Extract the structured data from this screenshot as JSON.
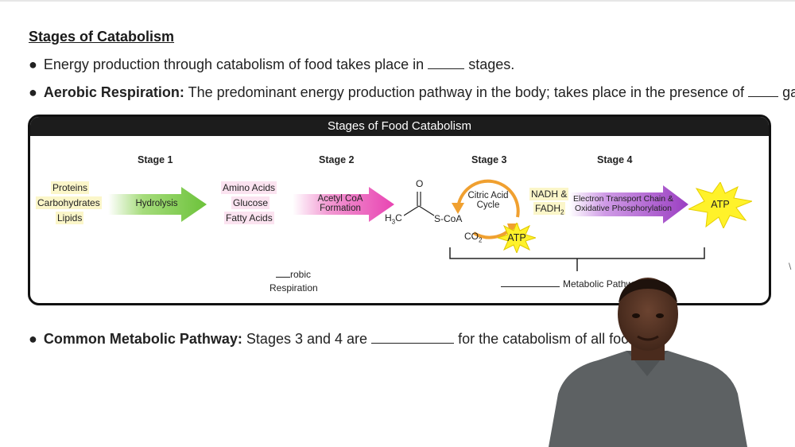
{
  "slide": {
    "heading": "Stages of Catabolism",
    "bullet1": {
      "text_a": "Energy production through catabolism of food takes place in",
      "text_b": "stages."
    },
    "bullet2": {
      "label": "Aerobic Respiration:",
      "text_a": "The predominant energy production pathway in the body; takes place in the presence of",
      "text_b": "gas."
    },
    "bullet3": {
      "label": "Common Metabolic Pathway:",
      "text_a": "Stages 3 and 4 are",
      "text_b": "for the catabolism of all food ty"
    },
    "bullet_symbol": "●"
  },
  "diagram": {
    "title": "Stages of Food Catabolism",
    "stages": [
      "Stage 1",
      "Stage 2",
      "Stage 3",
      "Stage 4"
    ],
    "foods": [
      "Proteins",
      "Carbohydrates",
      "Lipids"
    ],
    "stage1_arrow": "Hydrolysis",
    "monomers": [
      "Amino Acids",
      "Glucose",
      "Fatty Acids"
    ],
    "stage2_arrow": [
      "Acetyl CoA",
      "Formation"
    ],
    "acetyl": {
      "o": "O",
      "h3c": "H",
      "sub3": "3",
      "c": "C",
      "scoa": "S-CoA"
    },
    "cycle": [
      "Citric Acid",
      "Cycle"
    ],
    "co2": {
      "co": "CO",
      "sub": "2"
    },
    "cycle_atp": "ATP",
    "carriers": {
      "nadh": "NADH &",
      "fadh": "FADH",
      "sub": "2"
    },
    "stage4_arrow": [
      "Electron Transport Chain &",
      "Oxidative Phosphorylation"
    ],
    "final_atp": "ATP",
    "aerobic_note": {
      "suffix": "robic",
      "line2": "Respiration"
    },
    "metabolic_note": "Metabolic Pathway"
  },
  "colors": {
    "green_arrow": "#7ac943",
    "pink_arrow": "#ea4fb8",
    "purple_arrow": "#a54bc9",
    "cycle_orange": "#f0a030",
    "star_yellow": "#fff22a",
    "panel_header": "#1c1c1c"
  },
  "icons": [
    "presenter-video",
    "starburst-icon"
  ]
}
